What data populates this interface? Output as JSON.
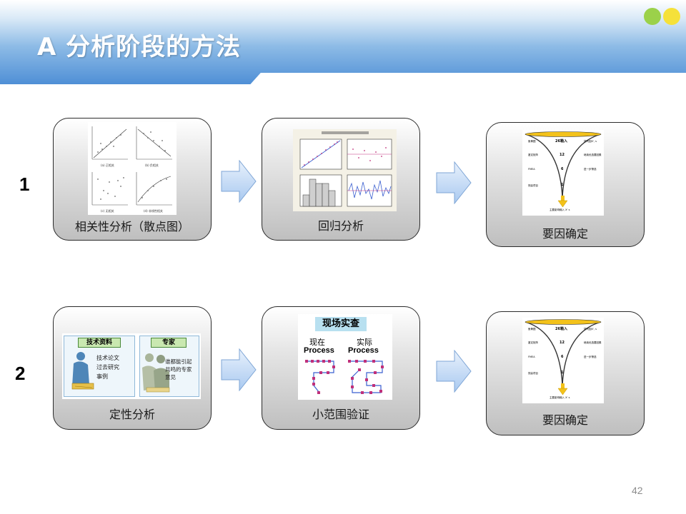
{
  "slide": {
    "title": "A 分析阶段的方法",
    "page_number": "42"
  },
  "rows": [
    {
      "number": "1",
      "cards": [
        {
          "caption": "相关性分析（散点图）"
        },
        {
          "caption": "回归分析"
        },
        {
          "caption": "要因确定"
        }
      ]
    },
    {
      "number": "2",
      "cards": [
        {
          "caption": "定性分析"
        },
        {
          "caption": "小范围验证"
        },
        {
          "caption": "要因确定"
        }
      ]
    }
  ],
  "funnel": {
    "values": [
      "26箱入",
      "12",
      "6",
      "1"
    ],
    "left_labels": [
      "鱼骨图",
      "鉴定矩阵",
      "FMEA",
      "快赢项目"
    ],
    "right_labels": [
      "排列因X', s",
      "继续优选要因素",
      "进一步筛选"
    ],
    "bottom_label": "主要影响输入 X' s"
  },
  "qualitative": {
    "box1_title": "技术资料",
    "box2_title": "专家",
    "box1_text": [
      "技术论文",
      "过去研究",
      "事例"
    ],
    "box2_text": [
      "谁都能引起",
      "共鸣的专家",
      "意见"
    ]
  },
  "field_check": {
    "title": "现场实查",
    "left_label": "现在",
    "right_label": "实际",
    "process": "Process"
  },
  "scatter_labels": [
    "(a) 正相关",
    "(b) 负相关",
    "(c) 无相关",
    "(d) 非线性相关"
  ],
  "colors": {
    "banner": "#4f8fd6",
    "accent_green": "#9bd14a",
    "accent_yellow": "#f5e13a",
    "arrow_fill": "#cfe2f8",
    "funnel_rim": "#f3c21b"
  }
}
